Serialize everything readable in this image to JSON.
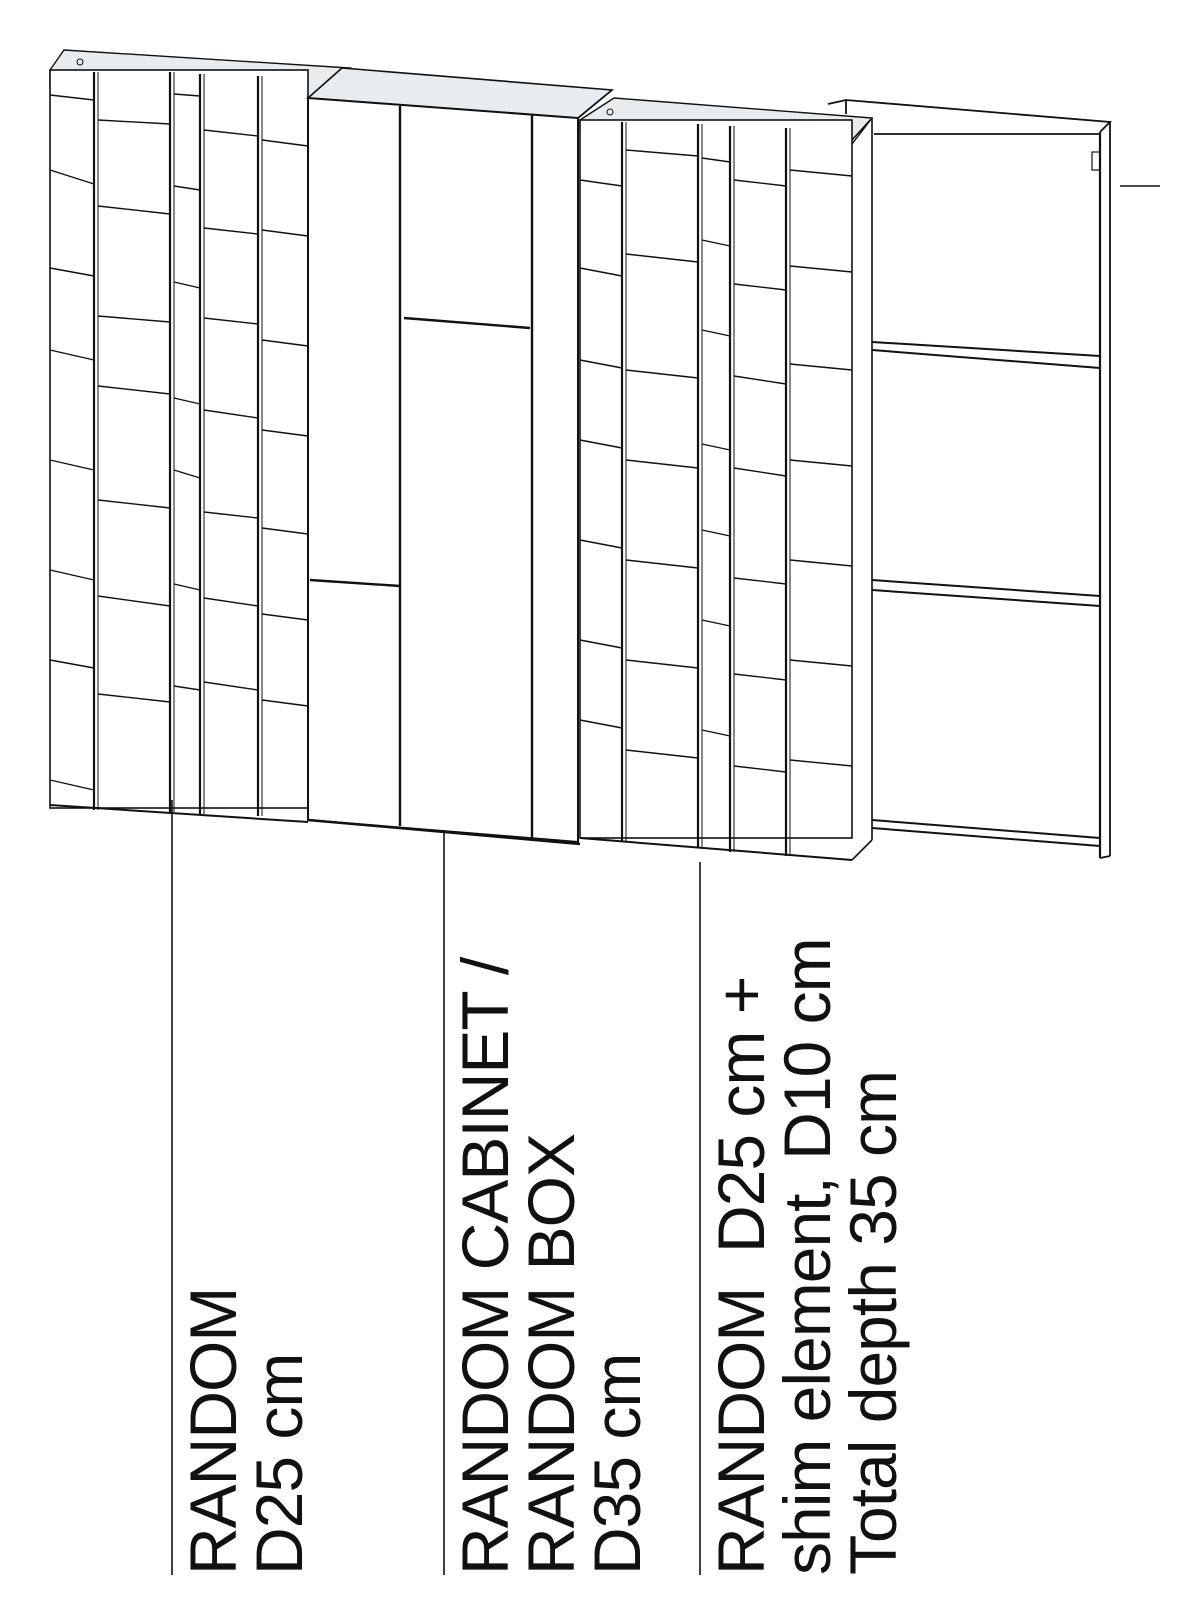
{
  "colors": {
    "line": "#111111",
    "glass_top": "#e9ecee",
    "panel_fill": "#ffffff",
    "background": "#ffffff"
  },
  "modules": [
    {
      "id": "random-d25-left",
      "lines": [
        "RANDOM",
        "D25 cm"
      ]
    },
    {
      "id": "random-cabinet-box",
      "lines": [
        "RANDOM CABINET /",
        "RANDOM BOX",
        "D35 cm"
      ]
    },
    {
      "id": "random-d25-shim",
      "lines": [
        "RANDOM  D25 cm +",
        "shim element, D10 cm",
        "Total depth 35 cm"
      ]
    }
  ]
}
